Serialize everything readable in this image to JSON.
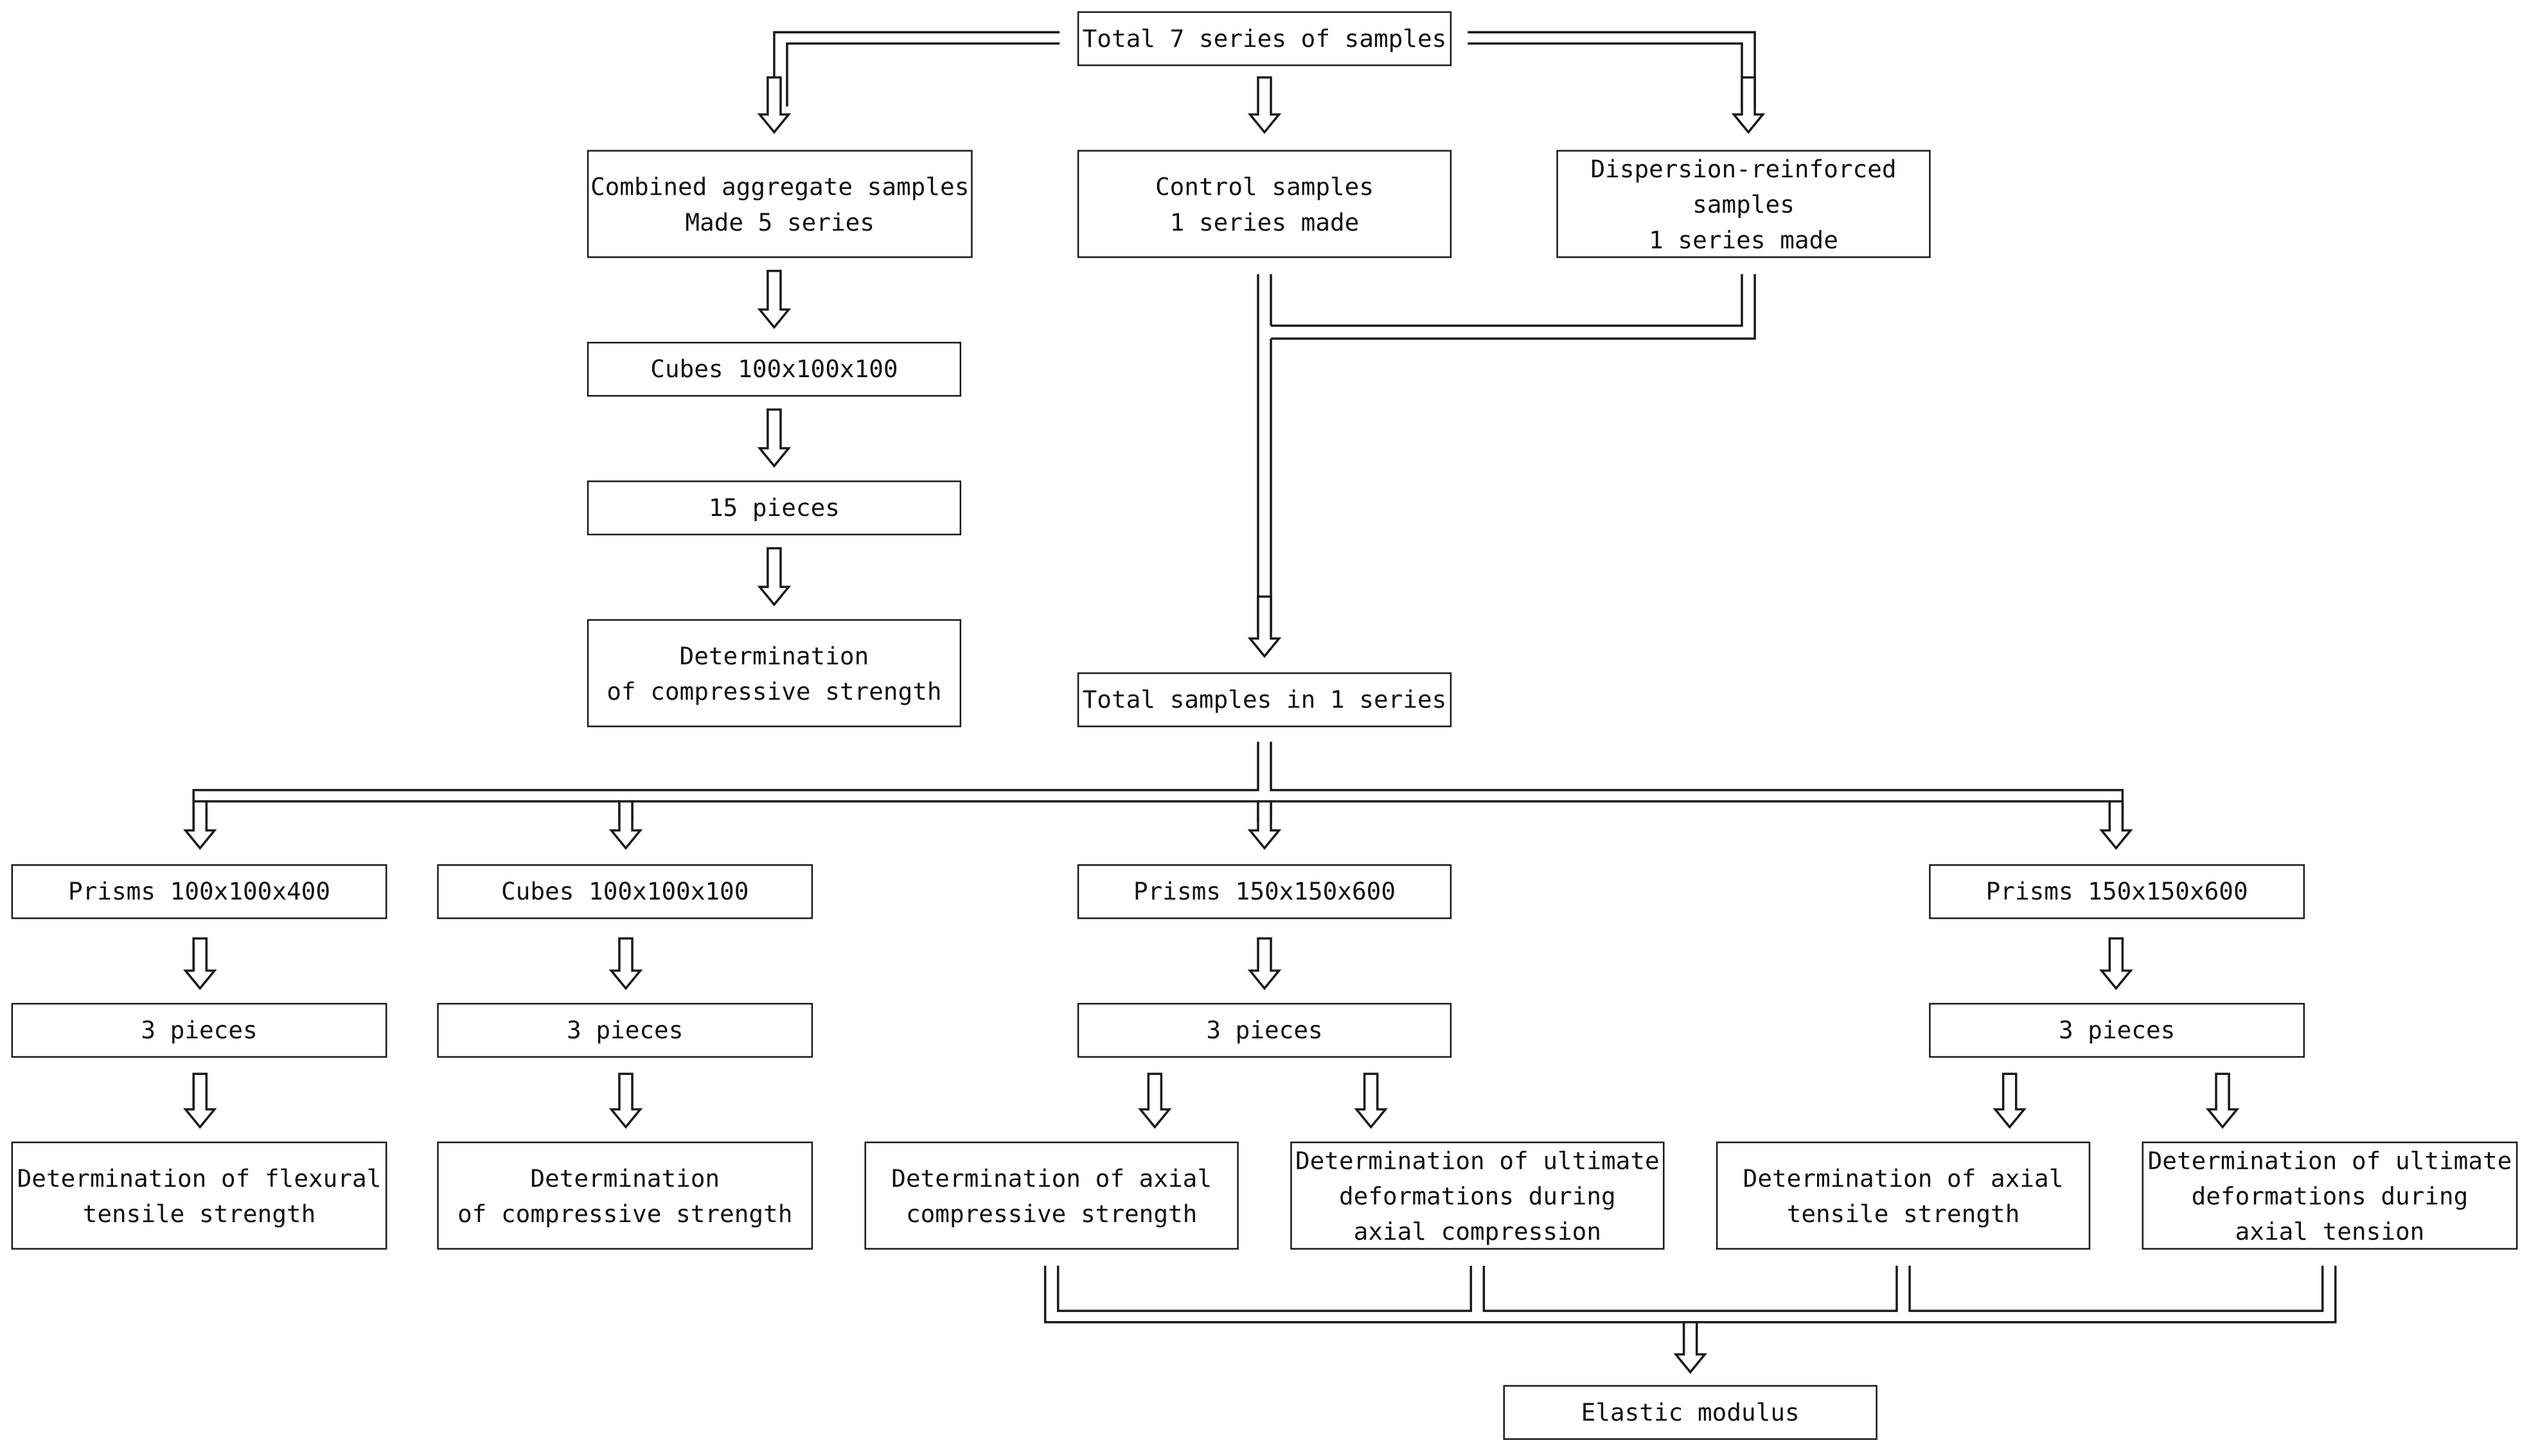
{
  "diagram": {
    "root": "Total 7 series of samples",
    "branches": {
      "combined": "Combined aggregate samples\nMade 5 series",
      "control": "Control samples\n1 series made",
      "dispersion": "Dispersion-reinforced\nsamples\n1 series made"
    },
    "combined_chain": {
      "cubes": "Cubes 100x100x100",
      "pieces": "15 pieces",
      "determination": "Determination\nof compressive strength"
    },
    "total_one_series": "Total samples in 1 series",
    "col1": {
      "prism": "Prisms 100x100x400",
      "pieces": "3 pieces",
      "determination": "Determination of flexural\ntensile strength"
    },
    "col2": {
      "cube": "Cubes 100x100x100",
      "pieces": "3 pieces",
      "determination": "Determination\nof compressive strength"
    },
    "col3": {
      "prism": "Prisms 150x150x600",
      "pieces": "3 pieces",
      "det_axial": "Determination of axial\ncompressive strength",
      "det_deform": "Determination of ultimate\ndeformations during\naxial compression"
    },
    "col4": {
      "prism": "Prisms 150x150x600",
      "pieces": "3 pieces",
      "det_axial": "Determination of axial\ntensile strength",
      "det_deform": "Determination of ultimate\ndeformations during\naxial tension"
    },
    "elastic_modulus": "Elastic modulus"
  }
}
